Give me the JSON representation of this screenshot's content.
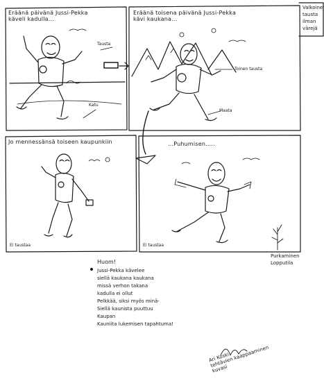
{
  "corner_note": [
    "Valkoinen",
    "tausta",
    "ilman",
    "värejä"
  ],
  "panels": [
    {
      "id": "p1",
      "caption_lines": [
        "Eräänä päivänä Jussi-Pekka",
        "käveli kadulla..."
      ],
      "labels": [
        "Tausta",
        "Katu"
      ]
    },
    {
      "id": "p2",
      "caption_lines": [
        "Eräänä toisena päivänä Jussi-Pekka",
        "kävi kaukana..."
      ],
      "labels": [
        "Toinen tausta",
        "Maata"
      ]
    },
    {
      "id": "p3",
      "caption_lines": [
        "Jo mennessänsä toiseen kaupunkiin"
      ],
      "labels": [
        "Ei taustaa"
      ]
    },
    {
      "id": "p4",
      "caption_lines": [
        "...Puhumisen....."
      ],
      "labels": [
        "Ei taustaa"
      ]
    }
  ],
  "bottom_right_label": [
    "Purkaminen",
    "Lopputila"
  ],
  "notes_title": "Huom!",
  "notes": [
    "Jussi-Pekka kävelee",
    "siellä kaukana kaukana",
    "missä verhon takana",
    "kadulla ei ollut",
    "Pelkkää, siksi myös minä-",
    "Siellä kaunista puuttuu",
    "Kaupan",
    "Kauniita lukemisen tapahtuma!"
  ],
  "signature_lines": [
    "Ari Koski",
    "tehtävien kaappaaminen",
    "kuvasi"
  ]
}
